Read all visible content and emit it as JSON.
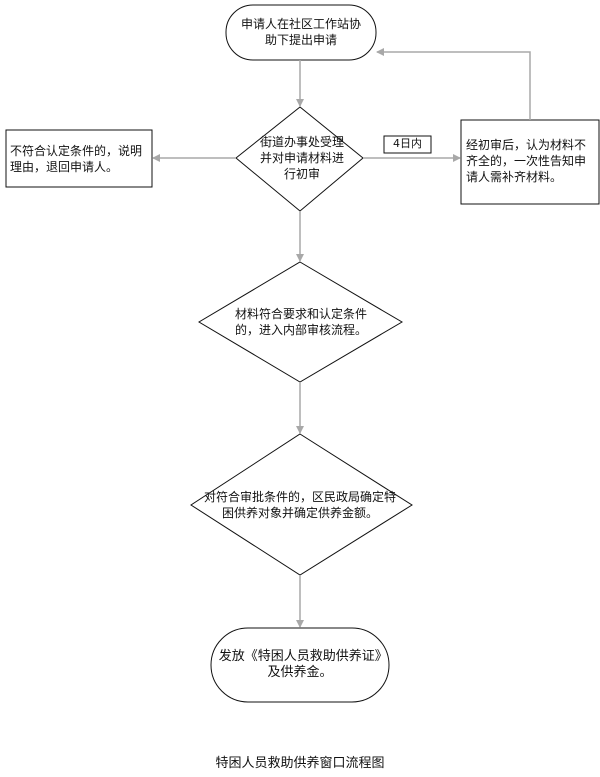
{
  "nodes": {
    "start": "申请人在社区工作站协助下提出申请",
    "accept": "街道办事处受理并对申请材料进行初审",
    "reject": "不符合认定条件的，说明理由，退回申请人。",
    "supplement": "经初审后，认为材料不齐全的，一次性告知申请人需补齐材料。",
    "review": "材料符合要求和认定条件的，进入内部审核流程。",
    "approve": "对符合审批条件的，区民政局确定特困供养对象并确定供养金额。",
    "issue": "发放《特困人员救助供养证》及供养金。"
  },
  "labels": {
    "days": "4日内"
  },
  "title": "特困人员救助供养窗口流程图"
}
